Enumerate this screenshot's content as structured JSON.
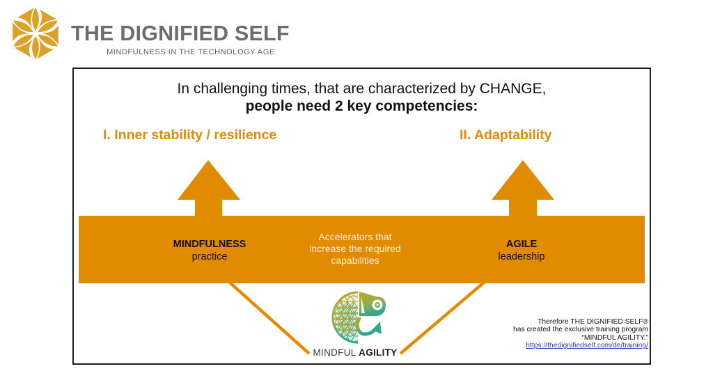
{
  "header": {
    "logo_icon": "flower-of-life-hexagram-icon",
    "title": "THE DIGNIFIED SELF",
    "subtitle": "MINDFULNESS IN THE TECHNOLOGY AGE"
  },
  "diagram": {
    "headline_line1": "In challenging times, that are characterized by CHANGE,",
    "headline_line2": "people need 2 key competencies:",
    "competencies": [
      {
        "label": "I. Inner stability / resilience"
      },
      {
        "label": "II. Adaptability"
      }
    ],
    "bar": {
      "left_strong": "MINDFULNESS",
      "left_light": "practice",
      "center_line1": "Accelerators that",
      "center_line2": "increase the required",
      "center_line3": "capabilities",
      "right_strong": "AGILE",
      "right_light": "leadership"
    },
    "program_logo": {
      "icon": "chameleon-flower-of-life-icon",
      "text_light": "MINDFUL ",
      "text_bold": "AGILITY"
    },
    "note": {
      "line1": "Therefore THE DIGNIFIED SELF®",
      "line2": "has created the exclusive training program",
      "line3": "“MINDFUL AGILITY.”",
      "link": "https://thedignifiedself.com/de/training/"
    }
  },
  "colors": {
    "accent_orange": "#e38b00",
    "brand_gold": "#dba22a",
    "brand_gray": "#6d6d6d",
    "link_blue": "#2a3fae",
    "logo_gradient_top": "#c9a12a",
    "logo_gradient_bottom": "#2fa88c"
  }
}
